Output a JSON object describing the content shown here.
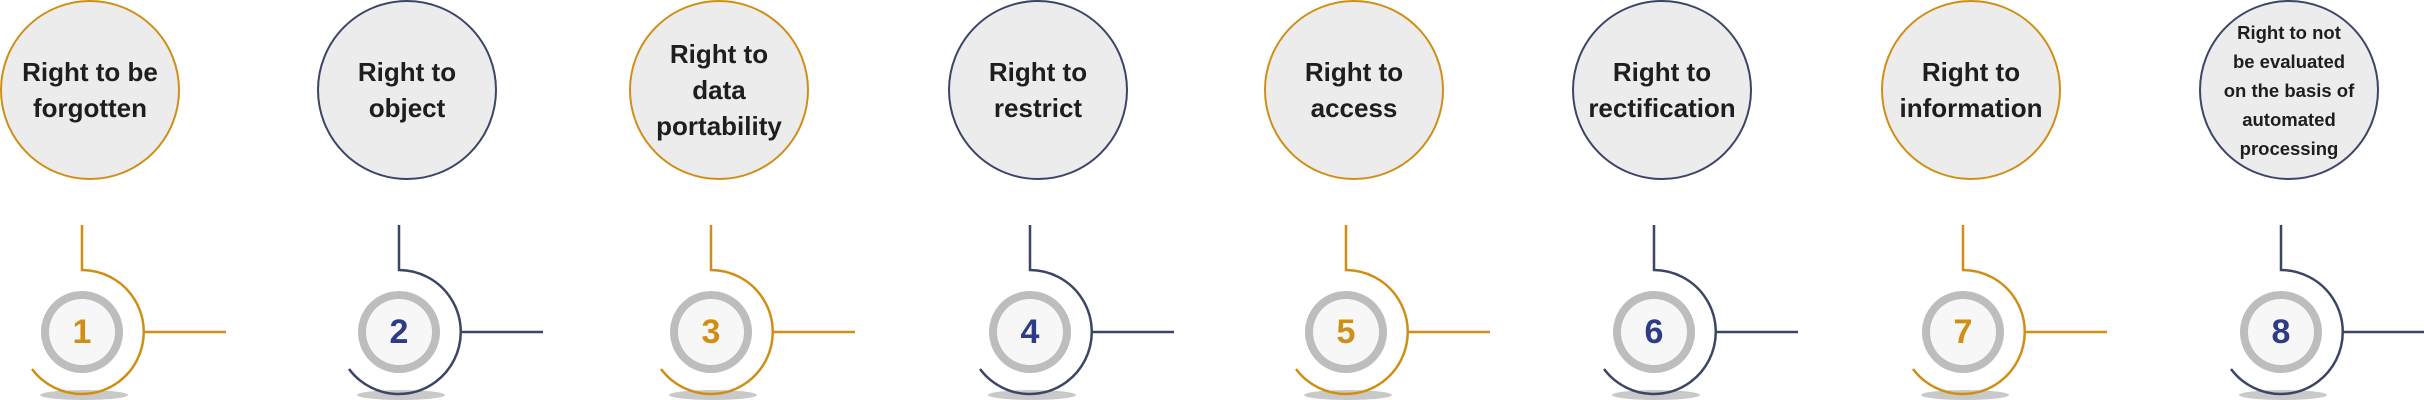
{
  "colors": {
    "gold": "#cf8f17",
    "navy": "#3a4663",
    "number_navy": "#2e3c86",
    "bubble_fill": "#ececec",
    "ring_gray": "#bdbdbd",
    "inner_fill": "#f7f7f7",
    "shadow": "#c9c9c9"
  },
  "items": [
    {
      "label": "Right to be\nforgotten",
      "number": "1",
      "accent": "gold"
    },
    {
      "label": "Right to\nobject",
      "number": "2",
      "accent": "navy"
    },
    {
      "label": "Right to\ndata\nportability",
      "number": "3",
      "accent": "gold"
    },
    {
      "label": "Right to\nrestrict",
      "number": "4",
      "accent": "navy"
    },
    {
      "label": "Right to\naccess",
      "number": "5",
      "accent": "gold"
    },
    {
      "label": "Right to\nrectification",
      "number": "6",
      "accent": "navy"
    },
    {
      "label": "Right to\ninformation",
      "number": "7",
      "accent": "gold"
    },
    {
      "label": "Right to not\nbe evaluated\non the basis of\nautomated\nprocessing",
      "number": "8",
      "accent": "navy"
    }
  ]
}
